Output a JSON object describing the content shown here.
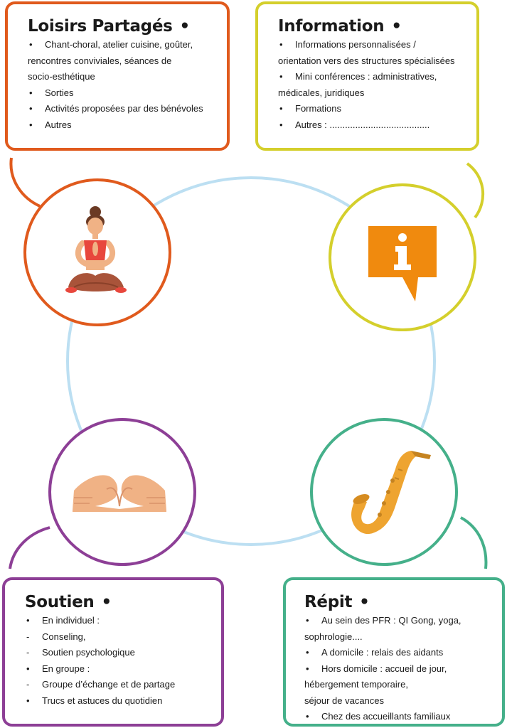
{
  "colors": {
    "loisirs": "#e05a1d",
    "information": "#d4cf2c",
    "soutien": "#8d3f96",
    "repit": "#45b08a",
    "ring": "#bcdff2",
    "info_icon": "#f08a0e",
    "sax": "#eea430",
    "skin": "#f0b285"
  },
  "icons": {
    "loisirs": "meditating-woman-icon",
    "information": "info-speech-bubble-icon",
    "soutien": "heart-hands-icon",
    "repit": "saxophone-icon"
  },
  "cards": {
    "loisirs": {
      "title": "Loisirs Partagés",
      "dot": "•",
      "items": [
        {
          "marker": "•",
          "text": "Chant-choral, atelier cuisine, goûter,"
        },
        {
          "marker": "",
          "text": "rencontres conviviales, séances de"
        },
        {
          "marker": "",
          "text": "socio-esthétique"
        },
        {
          "marker": "•",
          "text": "Sorties"
        },
        {
          "marker": "•",
          "text": "Activités proposées par des bénévoles"
        },
        {
          "marker": "•",
          "text": "Autres"
        }
      ]
    },
    "information": {
      "title": "Information",
      "dot": "•",
      "items": [
        {
          "marker": "•",
          "text": "Informations personnalisées /"
        },
        {
          "marker": "",
          "text": "orientation vers des structures spécialisées"
        },
        {
          "marker": "•",
          "text": "Mini conférences : administratives,"
        },
        {
          "marker": "",
          "text": "médicales, juridiques"
        },
        {
          "marker": "•",
          "text": "Formations"
        },
        {
          "marker": "•",
          "text": "Autres : ......................................."
        }
      ]
    },
    "soutien": {
      "title": "Soutien",
      "dot": "•",
      "items": [
        {
          "marker": "•",
          "text": "En individuel :"
        },
        {
          "marker": "-",
          "text": "Conseling,"
        },
        {
          "marker": "-",
          "text": "Soutien psychologique"
        },
        {
          "marker": "•",
          "text": "En groupe :"
        },
        {
          "marker": "-",
          "text": "Groupe d’échange et de partage"
        },
        {
          "marker": "•",
          "text": "Trucs et astuces du quotidien"
        }
      ]
    },
    "repit": {
      "title": "Répit",
      "dot": "•",
      "items": [
        {
          "marker": "•",
          "text": "Au sein des PFR : QI Gong, yoga,"
        },
        {
          "marker": "",
          "text": "sophrologie...."
        },
        {
          "marker": "•",
          "text": "A domicile : relais des aidants"
        },
        {
          "marker": "•",
          "text": "Hors domicile : accueil de jour,"
        },
        {
          "marker": "",
          "text": "hébergement temporaire,"
        },
        {
          "marker": "",
          "text": "séjour de vacances"
        },
        {
          "marker": "•",
          "text": "Chez des accueillants familiaux"
        }
      ]
    }
  }
}
